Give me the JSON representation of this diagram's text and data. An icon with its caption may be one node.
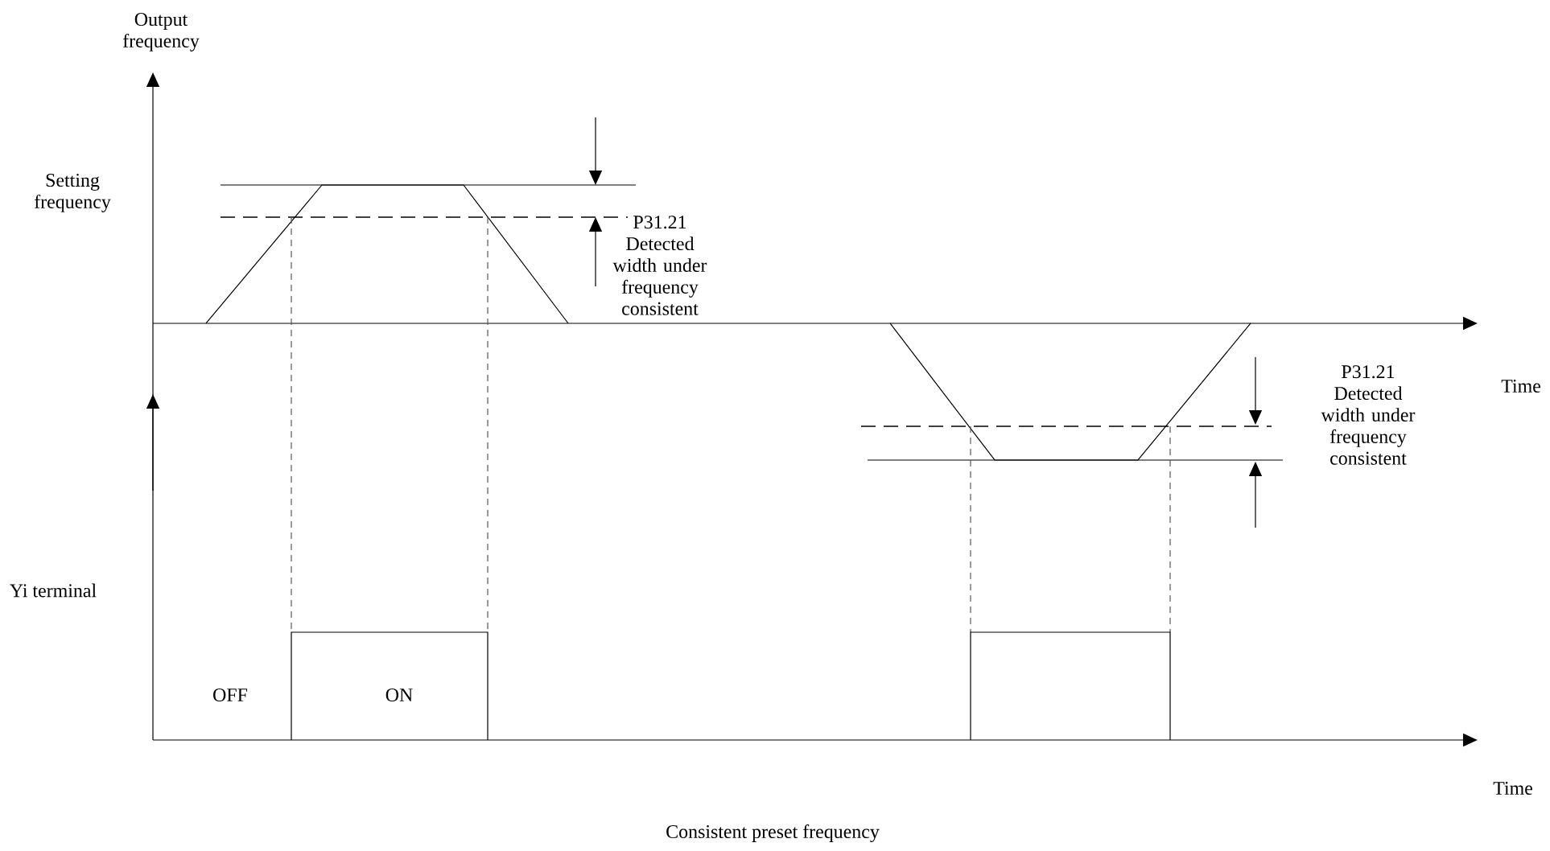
{
  "diagram": {
    "caption": "Consistent preset frequency",
    "labels": [
      "Output frequency",
      "Setting frequency",
      "P31.21 Detected width under frequency consistent",
      "Time",
      "P31.21 Detected width under frequency consistent",
      "Yi terminal",
      "OFF",
      "ON",
      "Time"
    ]
  }
}
